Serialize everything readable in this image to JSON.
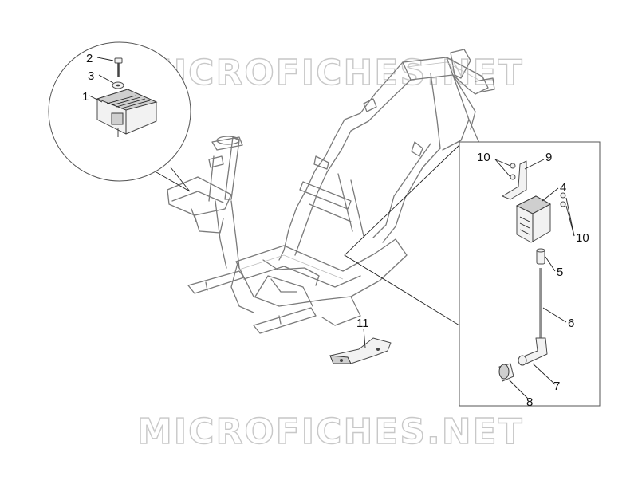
{
  "watermark": {
    "top": "MICROFICHES.NET",
    "bottom": "MICROFICHES.NET"
  },
  "callouts": [
    {
      "id": "1",
      "label": "1"
    },
    {
      "id": "2",
      "label": "2"
    },
    {
      "id": "3",
      "label": "3"
    },
    {
      "id": "4",
      "label": "4"
    },
    {
      "id": "5",
      "label": "5"
    },
    {
      "id": "6",
      "label": "6"
    },
    {
      "id": "7",
      "label": "7"
    },
    {
      "id": "8",
      "label": "8"
    },
    {
      "id": "9",
      "label": "9"
    },
    {
      "id": "10a",
      "label": "10"
    },
    {
      "id": "10b",
      "label": "10"
    },
    {
      "id": "11",
      "label": "11"
    }
  ]
}
